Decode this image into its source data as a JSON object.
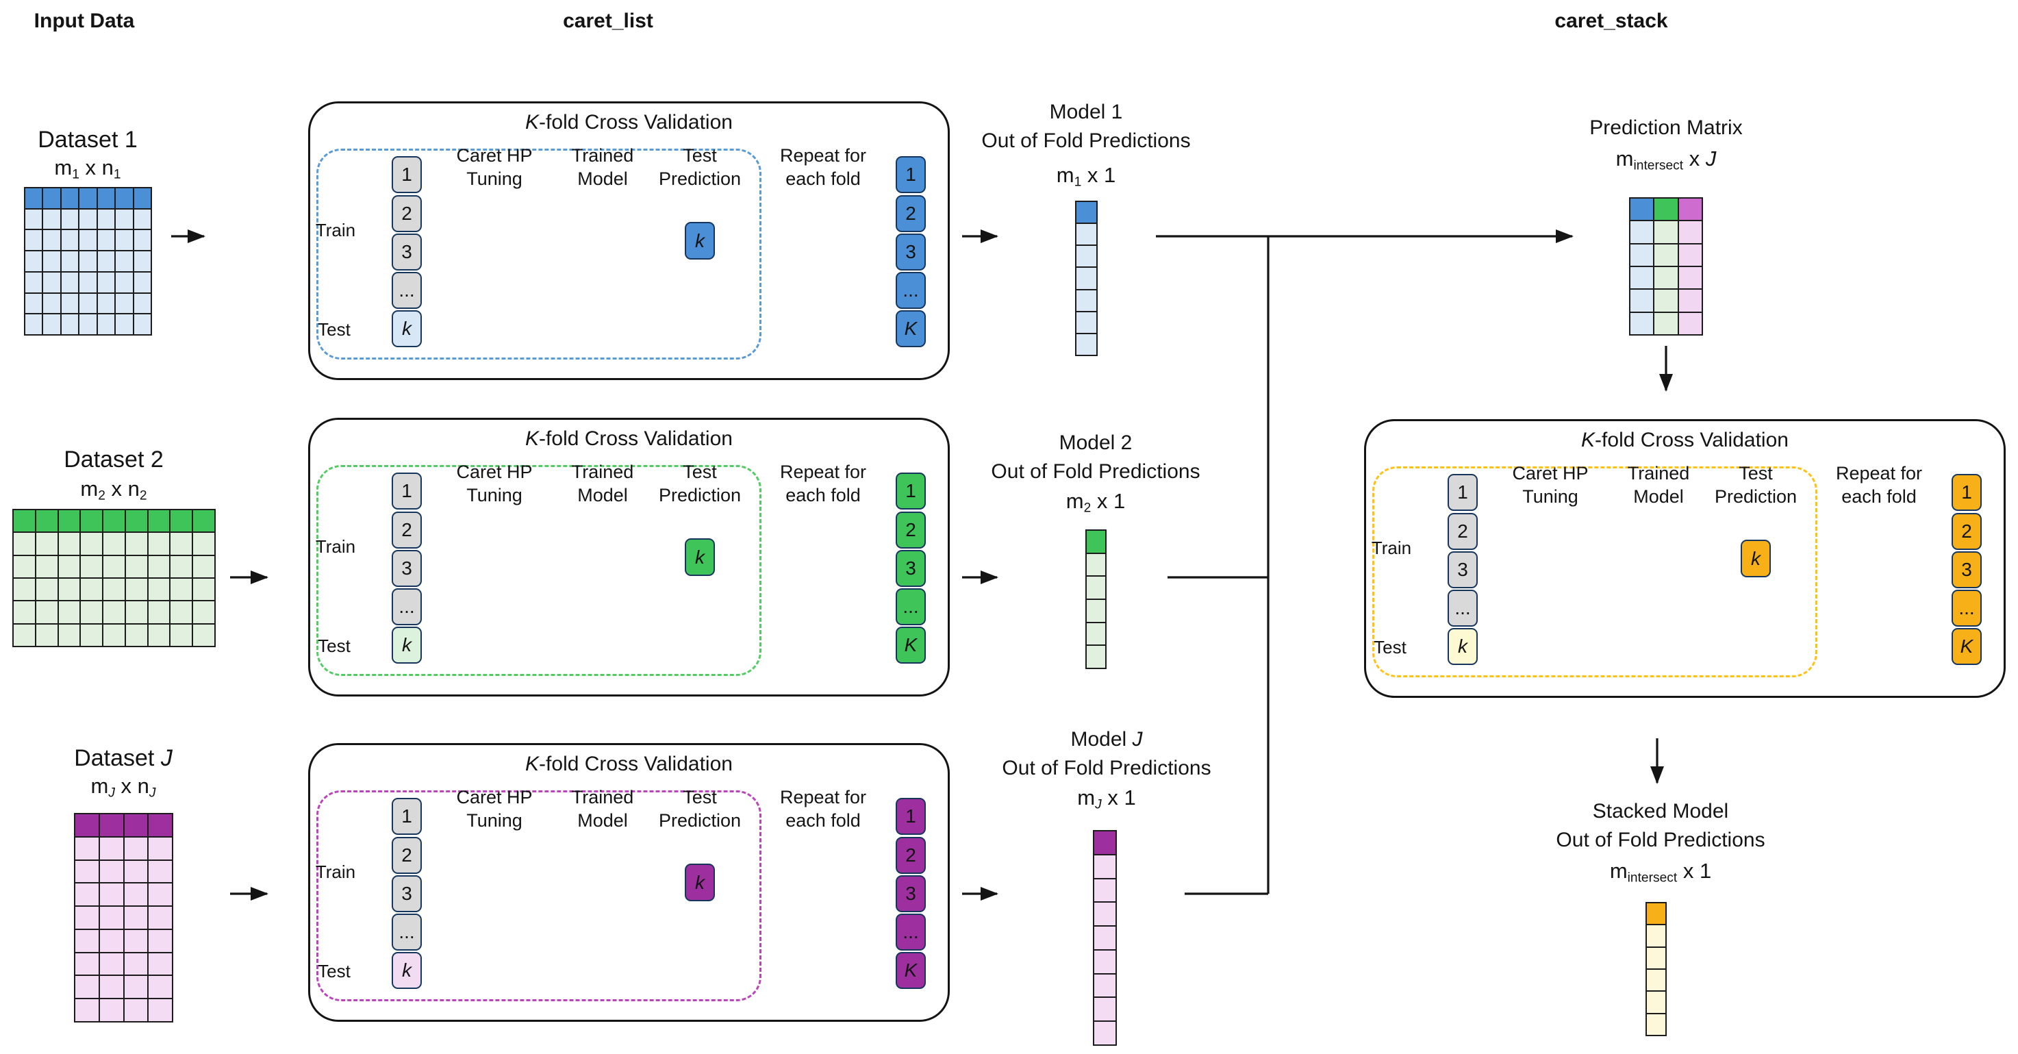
{
  "headers": {
    "input_data": "Input Data",
    "caret_list": "caret_list",
    "caret_stack": "caret_stack"
  },
  "colors": {
    "text": "#141414",
    "line": "#141414",
    "grid_line": "#1c1c1c",
    "fold_gray": "#d9d9d9",
    "fold_border": "#17365d",
    "blue": "#4b90d7",
    "blue_light": "#dbe8f6",
    "blue_dashed": "#5b9bd5",
    "blue_test_fold": "#d7e7f6",
    "green": "#3ec458",
    "green_light": "#e2f1df",
    "green_dashed": "#53cb63",
    "green_test_fold": "#dcf2dc",
    "purple": "#9e2f9e",
    "purple_light": "#f4dcf4",
    "purple_dashed": "#bb44bb",
    "purple_test_fold": "#f2dcf2",
    "orchid": "#cf6ccf",
    "orchid_light": "#f2d7f2",
    "orange": "#f8b018",
    "orange_light": "#fcf8d9",
    "orange_dashed": "#ffc112",
    "orange_test_fold": "#fdf9d2"
  },
  "kfold": {
    "title": [
      {
        "t": "K",
        "i": 1
      },
      {
        "t": "-fold Cross Validation"
      }
    ],
    "train_label": "Train",
    "test_label": "Test",
    "fold_labels": [
      "1",
      "2",
      "3",
      "...",
      {
        "t": "k",
        "i": 1
      }
    ],
    "stages": [
      [
        "Caret HP",
        "Tuning"
      ],
      [
        "Trained",
        "Model"
      ],
      [
        "Test",
        "Prediction"
      ]
    ],
    "k_cell": {
      "t": "k",
      "i": 1
    },
    "repeat": [
      "Repeat for",
      "each fold"
    ],
    "output_labels": [
      "1",
      "2",
      "3",
      "...",
      {
        "t": "K",
        "i": 1
      }
    ]
  },
  "datasets": [
    {
      "title": [
        {
          "t": "Dataset 1"
        }
      ],
      "dim": [
        {
          "t": "m"
        },
        {
          "t": "1",
          "sub": 1
        },
        {
          "t": " x "
        },
        {
          "t": "n"
        },
        {
          "t": "1",
          "sub": 1
        }
      ],
      "cols": 7,
      "rows": 7,
      "theme": "blue"
    },
    {
      "title": [
        {
          "t": "Dataset 2"
        }
      ],
      "dim": [
        {
          "t": "m"
        },
        {
          "t": "2",
          "sub": 1
        },
        {
          "t": " x "
        },
        {
          "t": "n"
        },
        {
          "t": "2",
          "sub": 1
        }
      ],
      "cols": 9,
      "rows": 6,
      "theme": "green"
    },
    {
      "title": [
        {
          "t": "Dataset "
        },
        {
          "t": "J",
          "i": 1
        }
      ],
      "dim": [
        {
          "t": "m"
        },
        {
          "t": "J",
          "sub": 1,
          "i": 1
        },
        {
          "t": " x "
        },
        {
          "t": "n"
        },
        {
          "t": "J",
          "sub": 1,
          "i": 1
        }
      ],
      "cols": 4,
      "rows": 9,
      "theme": "purple"
    }
  ],
  "models": [
    {
      "title": [
        {
          "t": "Model 1"
        }
      ],
      "subtitle": "Out of Fold Predictions",
      "dim": [
        {
          "t": "m"
        },
        {
          "t": "1",
          "sub": 1
        },
        {
          "t": " x 1"
        }
      ],
      "cells": 7,
      "theme": "blue"
    },
    {
      "title": [
        {
          "t": "Model 2"
        }
      ],
      "subtitle": "Out of Fold Predictions",
      "dim": [
        {
          "t": "m"
        },
        {
          "t": "2",
          "sub": 1
        },
        {
          "t": " x 1"
        }
      ],
      "cells": 6,
      "theme": "green"
    },
    {
      "title": [
        {
          "t": "Model "
        },
        {
          "t": "J",
          "i": 1
        }
      ],
      "subtitle": "Out of Fold Predictions",
      "dim": [
        {
          "t": "m"
        },
        {
          "t": "J",
          "sub": 1,
          "i": 1
        },
        {
          "t": " x 1"
        }
      ],
      "cells": 9,
      "theme": "purple"
    }
  ],
  "prediction_matrix": {
    "title": "Prediction Matrix",
    "dim": [
      {
        "t": "m"
      },
      {
        "t": "intersect",
        "sub": 1
      },
      {
        "t": " x "
      },
      {
        "t": "J",
        "i": 1
      }
    ],
    "rows": 6,
    "header_colors": [
      "blue",
      "green",
      "orchid"
    ],
    "body_colors": [
      "blue_light",
      "green_light",
      "orchid_light"
    ]
  },
  "stacked": {
    "title": "Stacked Model",
    "subtitle": "Out of Fold Predictions",
    "dim": [
      {
        "t": "m"
      },
      {
        "t": "intersect",
        "sub": 1
      },
      {
        "t": " x 1"
      }
    ],
    "cells": 6,
    "theme": "orange"
  }
}
